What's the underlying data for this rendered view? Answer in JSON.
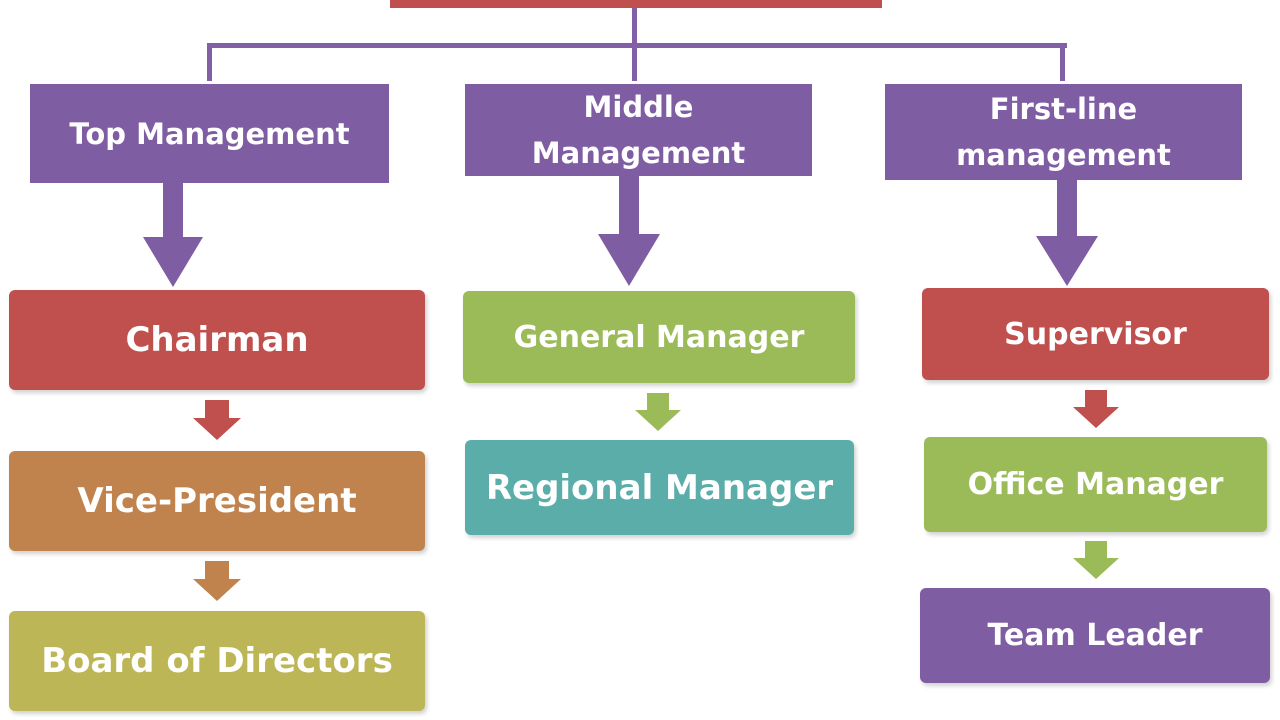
{
  "colors": {
    "purple": "#7f5da3",
    "red": "#c0504d",
    "orange": "#c0834d",
    "olive": "#bdb657",
    "green": "#9bbb59",
    "teal": "#5badaa",
    "connector": "#8260a6"
  },
  "levels": [
    {
      "name": "Top Management",
      "nodes": [
        "Chairman",
        "Vice-President",
        "Board of Directors"
      ]
    },
    {
      "name": "Middle Management",
      "nodes": [
        "General Manager",
        "Regional Manager"
      ]
    },
    {
      "name": "First-line management",
      "nodes": [
        "Supervisor",
        "Office Manager",
        "Team Leader"
      ]
    }
  ]
}
